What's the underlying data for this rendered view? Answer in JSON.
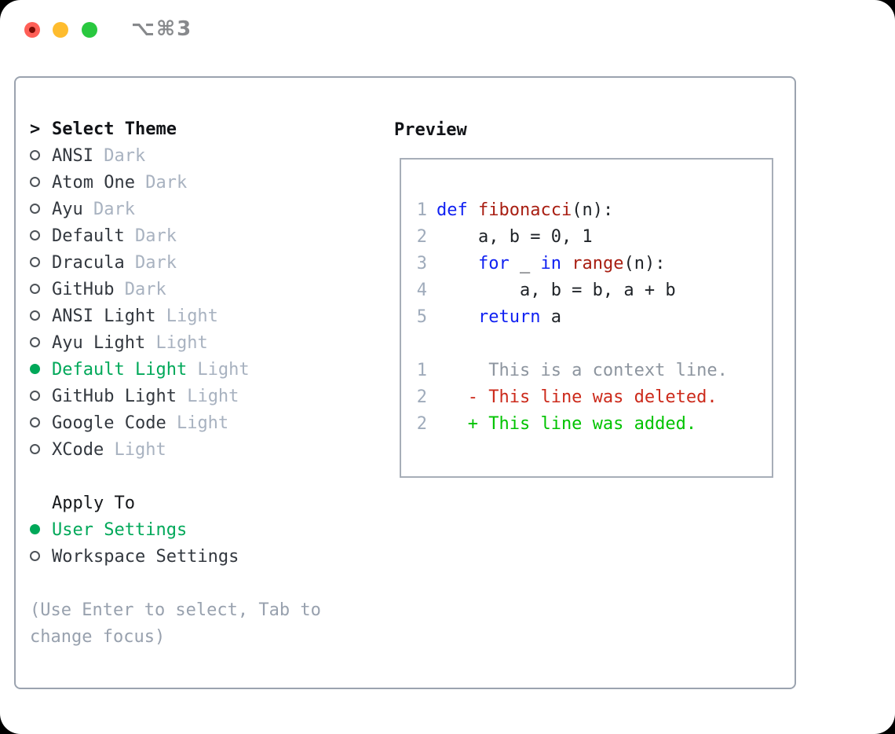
{
  "window": {
    "title": "⌥⌘3",
    "traffic_lights": [
      {
        "name": "close",
        "color": "#ff5f57",
        "dot_color": "#790b04"
      },
      {
        "name": "minimize",
        "color": "#febc2e"
      },
      {
        "name": "zoom",
        "color": "#29c83f"
      }
    ]
  },
  "theme_list": {
    "marker": ">",
    "header": "Select Theme",
    "items": [
      {
        "name": "ANSI",
        "variant": "Dark",
        "selected": false
      },
      {
        "name": "Atom One",
        "variant": "Dark",
        "selected": false
      },
      {
        "name": "Ayu",
        "variant": "Dark",
        "selected": false
      },
      {
        "name": "Default",
        "variant": "Dark",
        "selected": false
      },
      {
        "name": "Dracula",
        "variant": "Dark",
        "selected": false
      },
      {
        "name": "GitHub",
        "variant": "Dark",
        "selected": false
      },
      {
        "name": "ANSI Light",
        "variant": "Light",
        "selected": false
      },
      {
        "name": "Ayu Light",
        "variant": "Light",
        "selected": false
      },
      {
        "name": "Default Light",
        "variant": "Light",
        "selected": true
      },
      {
        "name": "GitHub Light",
        "variant": "Light",
        "selected": false
      },
      {
        "name": "Google Code",
        "variant": "Light",
        "selected": false
      },
      {
        "name": "XCode",
        "variant": "Light",
        "selected": false
      }
    ]
  },
  "apply_to": {
    "header": "Apply To",
    "options": [
      {
        "name": "User Settings",
        "selected": true
      },
      {
        "name": "Workspace Settings",
        "selected": false
      }
    ]
  },
  "hint": "(Use Enter to select, Tab to change focus)",
  "preview": {
    "header": "Preview",
    "code_lines": [
      {
        "num": "1",
        "tokens": [
          {
            "t": "def",
            "c": "kw"
          },
          {
            "t": " ",
            "c": "pl"
          },
          {
            "t": "fibonacci",
            "c": "fn"
          },
          {
            "t": "(n):",
            "c": "pl"
          }
        ]
      },
      {
        "num": "2",
        "tokens": [
          {
            "t": "    a, b = 0, 1",
            "c": "pl"
          }
        ]
      },
      {
        "num": "3",
        "tokens": [
          {
            "t": "    ",
            "c": "pl"
          },
          {
            "t": "for",
            "c": "kw"
          },
          {
            "t": " _ ",
            "c": "pl"
          },
          {
            "t": "in",
            "c": "kw"
          },
          {
            "t": " ",
            "c": "pl"
          },
          {
            "t": "range",
            "c": "fn"
          },
          {
            "t": "(n):",
            "c": "pl"
          }
        ]
      },
      {
        "num": "4",
        "tokens": [
          {
            "t": "        a, b = b, a + b",
            "c": "pl"
          }
        ]
      },
      {
        "num": "5",
        "tokens": [
          {
            "t": "    ",
            "c": "pl"
          },
          {
            "t": "return",
            "c": "kw"
          },
          {
            "t": " a",
            "c": "pl"
          }
        ]
      }
    ],
    "diff_lines": [
      {
        "num": "1",
        "marker": " ",
        "text": "This is a context line.",
        "type": "context"
      },
      {
        "num": "2",
        "marker": "-",
        "text": "This line was deleted.",
        "type": "deleted"
      },
      {
        "num": "2",
        "marker": "+",
        "text": "This line was added.",
        "type": "added"
      }
    ]
  },
  "colors": {
    "selected_green": "#00a859",
    "diff_added_green": "#00c300",
    "diff_deleted_red": "#cc2a1b",
    "diff_context_gray": "#8d959f",
    "keyword_blue": "#1021f2",
    "function_red": "#a81e12",
    "line_number_gray": "#9fabbb",
    "variant_gray": "#a8b2c0",
    "hint_gray": "#98a1ae",
    "panel_border": "#9ba3af",
    "preview_border": "#a7aeb8",
    "title_gray": "#87898c"
  }
}
